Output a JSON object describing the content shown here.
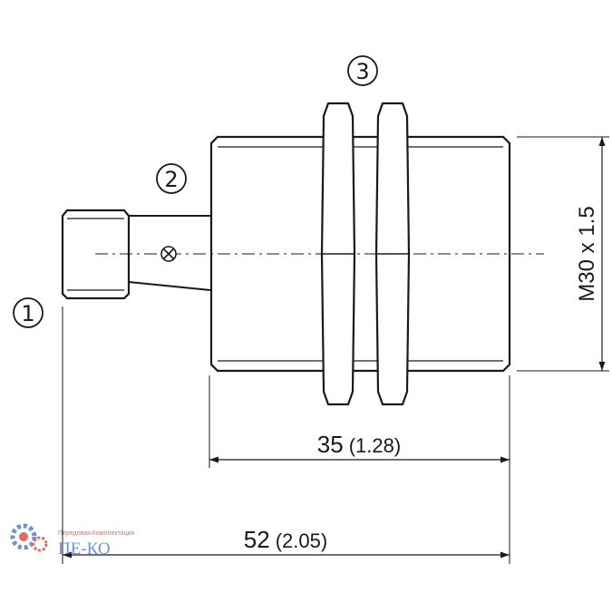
{
  "callouts": {
    "connector": "①",
    "led": "②",
    "nuts": "③"
  },
  "dimensions": {
    "thread_length": {
      "value": "35",
      "inch": "(1.28)"
    },
    "total_length": {
      "value": "52",
      "inch": "(2.05)"
    },
    "thread": "M30 x 1.5"
  },
  "watermark": {
    "brand": "ПЕ-КО",
    "tagline": "Передовая Комплектация"
  },
  "colors": {
    "ink": "#1a1a1a",
    "watermark_blue": "#5a7fc0",
    "watermark_red": "#e05050"
  }
}
